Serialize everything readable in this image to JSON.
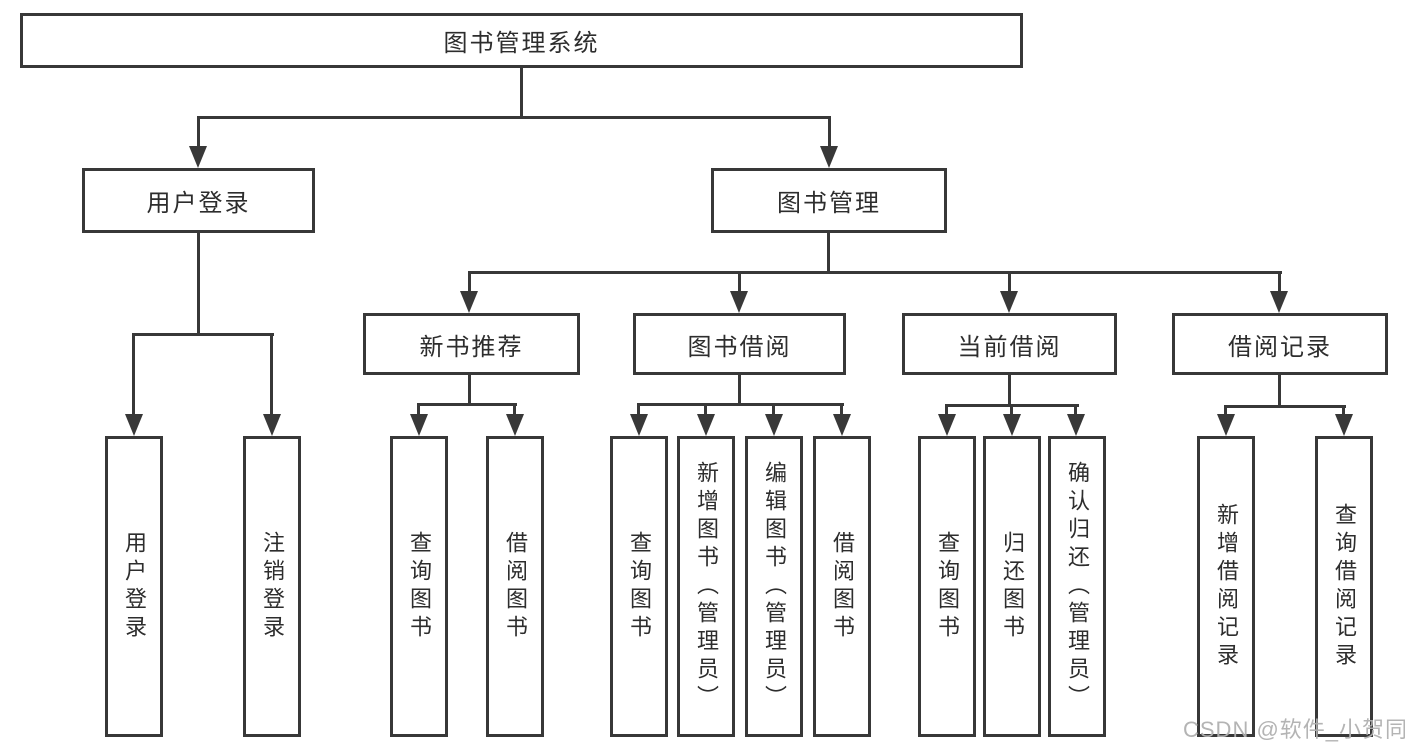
{
  "diagram": {
    "type": "functional-structure-tree",
    "tree": {
      "label": "图书管理系统",
      "children": [
        {
          "label": "用户登录",
          "children": [
            {
              "label": "用户登录"
            },
            {
              "label": "注销登录"
            }
          ]
        },
        {
          "label": "图书管理",
          "children": [
            {
              "label": "新书推荐",
              "children": [
                {
                  "label": "查询图书"
                },
                {
                  "label": "借阅图书"
                }
              ]
            },
            {
              "label": "图书借阅",
              "children": [
                {
                  "label": "查询图书"
                },
                {
                  "label": "新增图书（管理员）"
                },
                {
                  "label": "编辑图书（管理员）"
                },
                {
                  "label": "借阅图书"
                }
              ]
            },
            {
              "label": "当前借阅",
              "children": [
                {
                  "label": "查询图书"
                },
                {
                  "label": "归还图书"
                },
                {
                  "label": "确认归还（管理员）"
                }
              ]
            },
            {
              "label": "借阅记录",
              "children": [
                {
                  "label": "新增借阅记录"
                },
                {
                  "label": "查询借阅记录"
                }
              ]
            }
          ]
        }
      ]
    },
    "watermark": "CSDN @软件_小贺同学",
    "colors": {
      "line": "#383838",
      "text": "#2d2d2d",
      "box_background": "#ffffff",
      "watermark": "#b0b0b0"
    }
  }
}
